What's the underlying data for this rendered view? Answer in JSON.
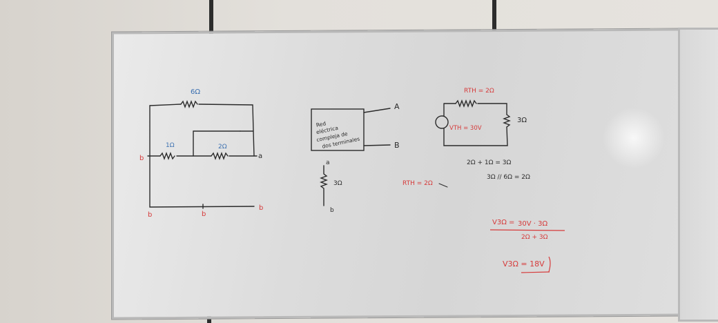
{
  "photo": {
    "subject": "whiteboard",
    "ink_colors": {
      "black": "#2a2a2a",
      "blue": "#3a6fb0",
      "red": "#d63a3a"
    }
  },
  "left_circuit": {
    "top_resistor": "6Ω",
    "mid_resistor_1": "1Ω",
    "mid_resistor_2": "2Ω",
    "node_left": "b",
    "node_right": "a",
    "bottom_nodes": [
      "b",
      "b",
      "b"
    ]
  },
  "network_box": {
    "lines": [
      "Red",
      "eléctrica",
      "compleja de",
      "dos terminales"
    ],
    "terminal_a": "A",
    "terminal_b": "B"
  },
  "load": {
    "node_top": "a",
    "resistor": "3Ω",
    "node_bottom": "b"
  },
  "rth_note": "RTH = 2Ω",
  "thevenin": {
    "rth_label": "RTH = 2Ω",
    "vth_label": "VTH = 30V",
    "load_label": "3Ω"
  },
  "calc": {
    "line1": "2Ω + 1Ω = 3Ω",
    "line2": "3Ω // 6Ω = 2Ω",
    "vdiv_lhs": "V3Ω =",
    "vdiv_num": "30V · 3Ω",
    "vdiv_den": "2Ω + 3Ω",
    "result": "V3Ω = 18V"
  }
}
